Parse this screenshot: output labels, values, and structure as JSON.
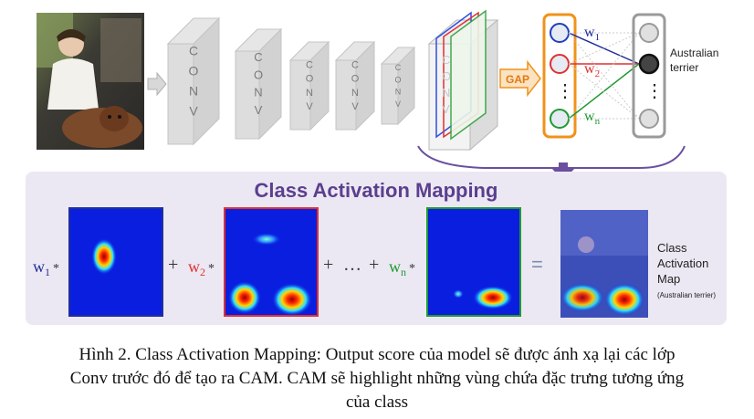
{
  "top": {
    "conv_label": "CONV",
    "gap_label": "GAP",
    "weights": [
      {
        "sym": "w",
        "sub": "1",
        "color": "#1f2f9a"
      },
      {
        "sym": "w",
        "sub": "2",
        "color": "#e03030"
      },
      {
        "sym": "w",
        "sub": "n",
        "color": "#1f9a30"
      }
    ],
    "output_label_line1": "Australian",
    "output_label_line2": "terrier",
    "dots": "⋮"
  },
  "panel": {
    "title": "Class Activation Mapping",
    "plus": "+",
    "ellipsis": "…",
    "equals": "=",
    "result_line1": "Class",
    "result_line2": "Activation",
    "result_line3": "Map",
    "result_note": "(Australian terrier)",
    "star": "*"
  },
  "caption": {
    "line1": "Hình 2. Class Activation Mapping: Output score của model sẽ được ánh xạ lại các lớp",
    "line2": "Conv trước đó để tạo ra CAM. CAM sẽ highlight những vùng chứa đặc trưng tương ứng",
    "line3": "của class"
  },
  "colors": {
    "blue": "#1f2f9a",
    "red": "#e03030",
    "green": "#1f9a30",
    "orange": "#f0921a",
    "purple": "#6b4f9e",
    "panel_bg": "#ece8f3",
    "heat_bg": "#0a1ee0"
  }
}
